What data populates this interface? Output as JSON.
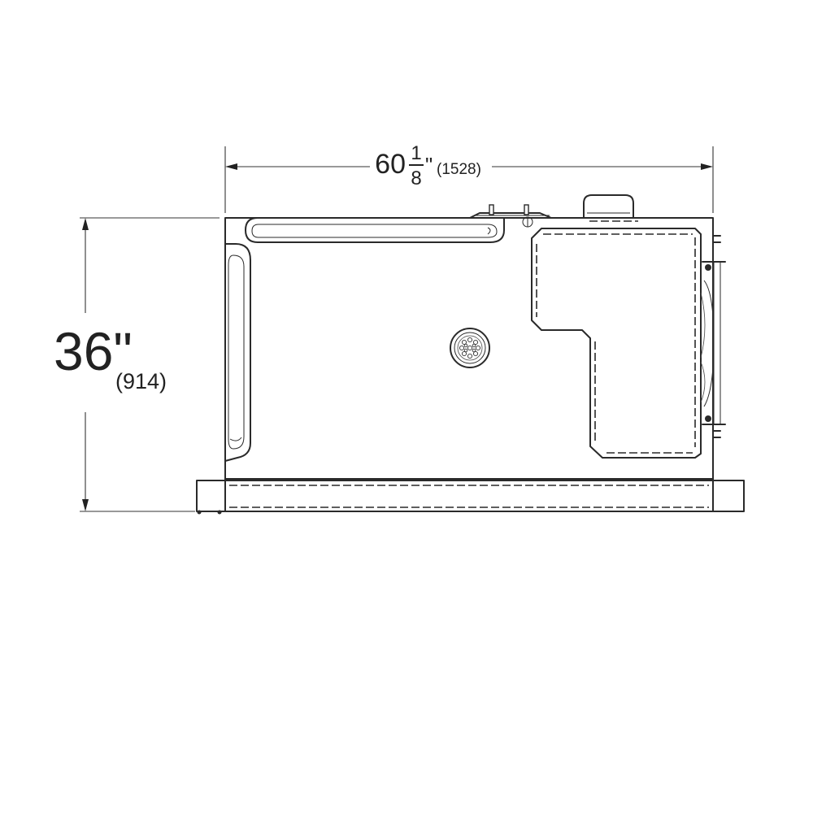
{
  "dimensions": {
    "width": {
      "whole": "60",
      "numerator": "1",
      "denominator": "8",
      "unit_mark": "\"",
      "metric": "(1528)"
    },
    "height": {
      "value": "36\"",
      "metric": "(914)"
    }
  },
  "icons": {
    "drain": "drain-grate-icon",
    "overflow": "overflow-drain-icon",
    "spout": "spout-icon"
  },
  "colors": {
    "line": "#2a2a2a",
    "background": "#ffffff"
  }
}
